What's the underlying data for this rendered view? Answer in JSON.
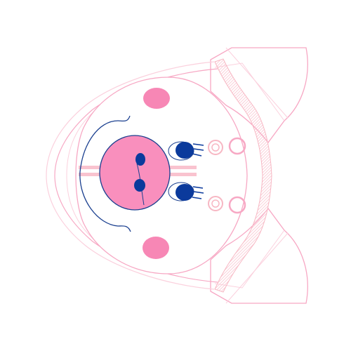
{
  "canvas": {
    "background": "#ffffff"
  },
  "character": {
    "type": "pig-face-sketch",
    "orientation": "rotated-90-degrees",
    "palette": {
      "outline": "#f7a8c4",
      "outline_light": "#fbd0dd",
      "snout_fill": "#f98fbd",
      "cheek_fill": "#f787b5",
      "eye_fill": "#0b3a9c",
      "eye_white": "#ffffff",
      "whisker_fill": "#f9c3cf",
      "collar_stripe": "#f7b7c3",
      "mouth_line": "#1a3f8f"
    },
    "parts": [
      "head-outline",
      "ear-top",
      "ear-bottom",
      "snout",
      "nostril-top",
      "nostril-bottom",
      "eye-top",
      "eye-bottom",
      "cheek-top",
      "cheek-bottom",
      "mouth-curve",
      "collar-stripe",
      "button-ring-top",
      "button-ring-bottom"
    ]
  }
}
